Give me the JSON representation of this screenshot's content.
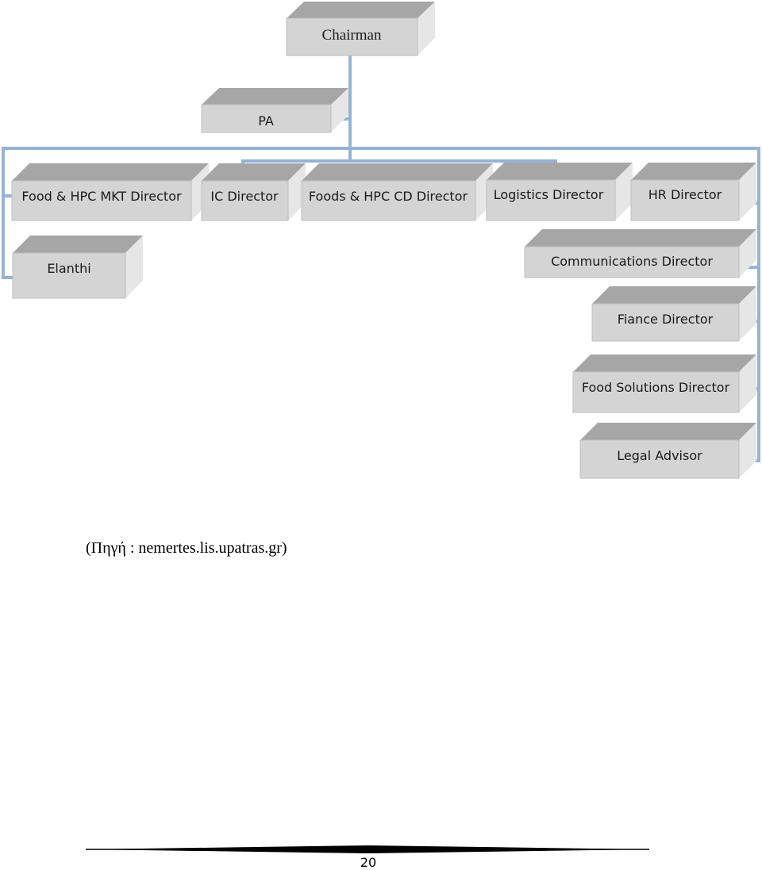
{
  "org_chart": {
    "chairman": "Chairman",
    "pa": "PA",
    "directors": [
      "Food & HPC MKT Director",
      "IC Director",
      "Foods & HPC CD Director",
      "Logistics Director",
      "HR Director"
    ],
    "elanthi": "Elanthi",
    "right_column": [
      "Communications Director",
      "Fiance Director",
      "Food Solutions Director",
      "Legal Advisor"
    ]
  },
  "source_text": "(Πηγή : nemertes.lis.upatras.gr)",
  "page_number": "20",
  "colors": {
    "connector": "#95b3d7",
    "box_front": "#d4d4d4",
    "box_top": "#a6a6a6",
    "box_side": "#e6e6e6"
  }
}
